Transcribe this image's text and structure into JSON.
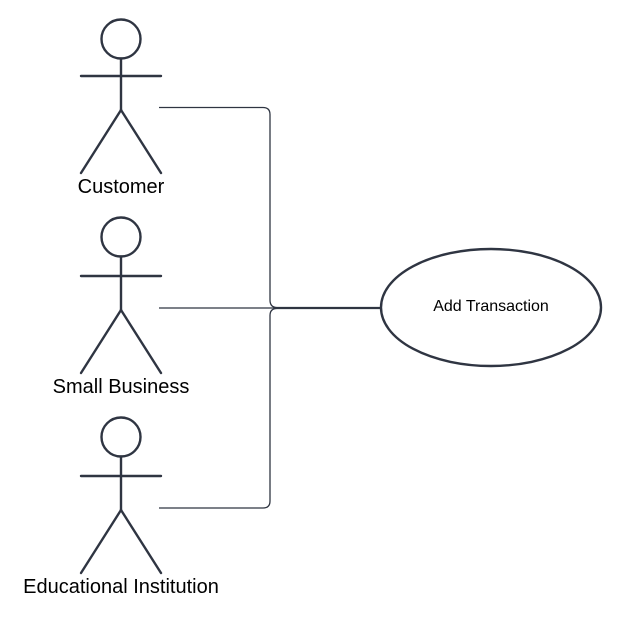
{
  "actors": [
    {
      "label": "Customer"
    },
    {
      "label": "Small Business"
    },
    {
      "label": "Educational Institution"
    }
  ],
  "use_case": {
    "label": "Add Transaction"
  },
  "colors": {
    "stroke": "#2f3542",
    "text": "#000000",
    "background": "#ffffff"
  },
  "icons": [
    "stick-figure-icon"
  ]
}
